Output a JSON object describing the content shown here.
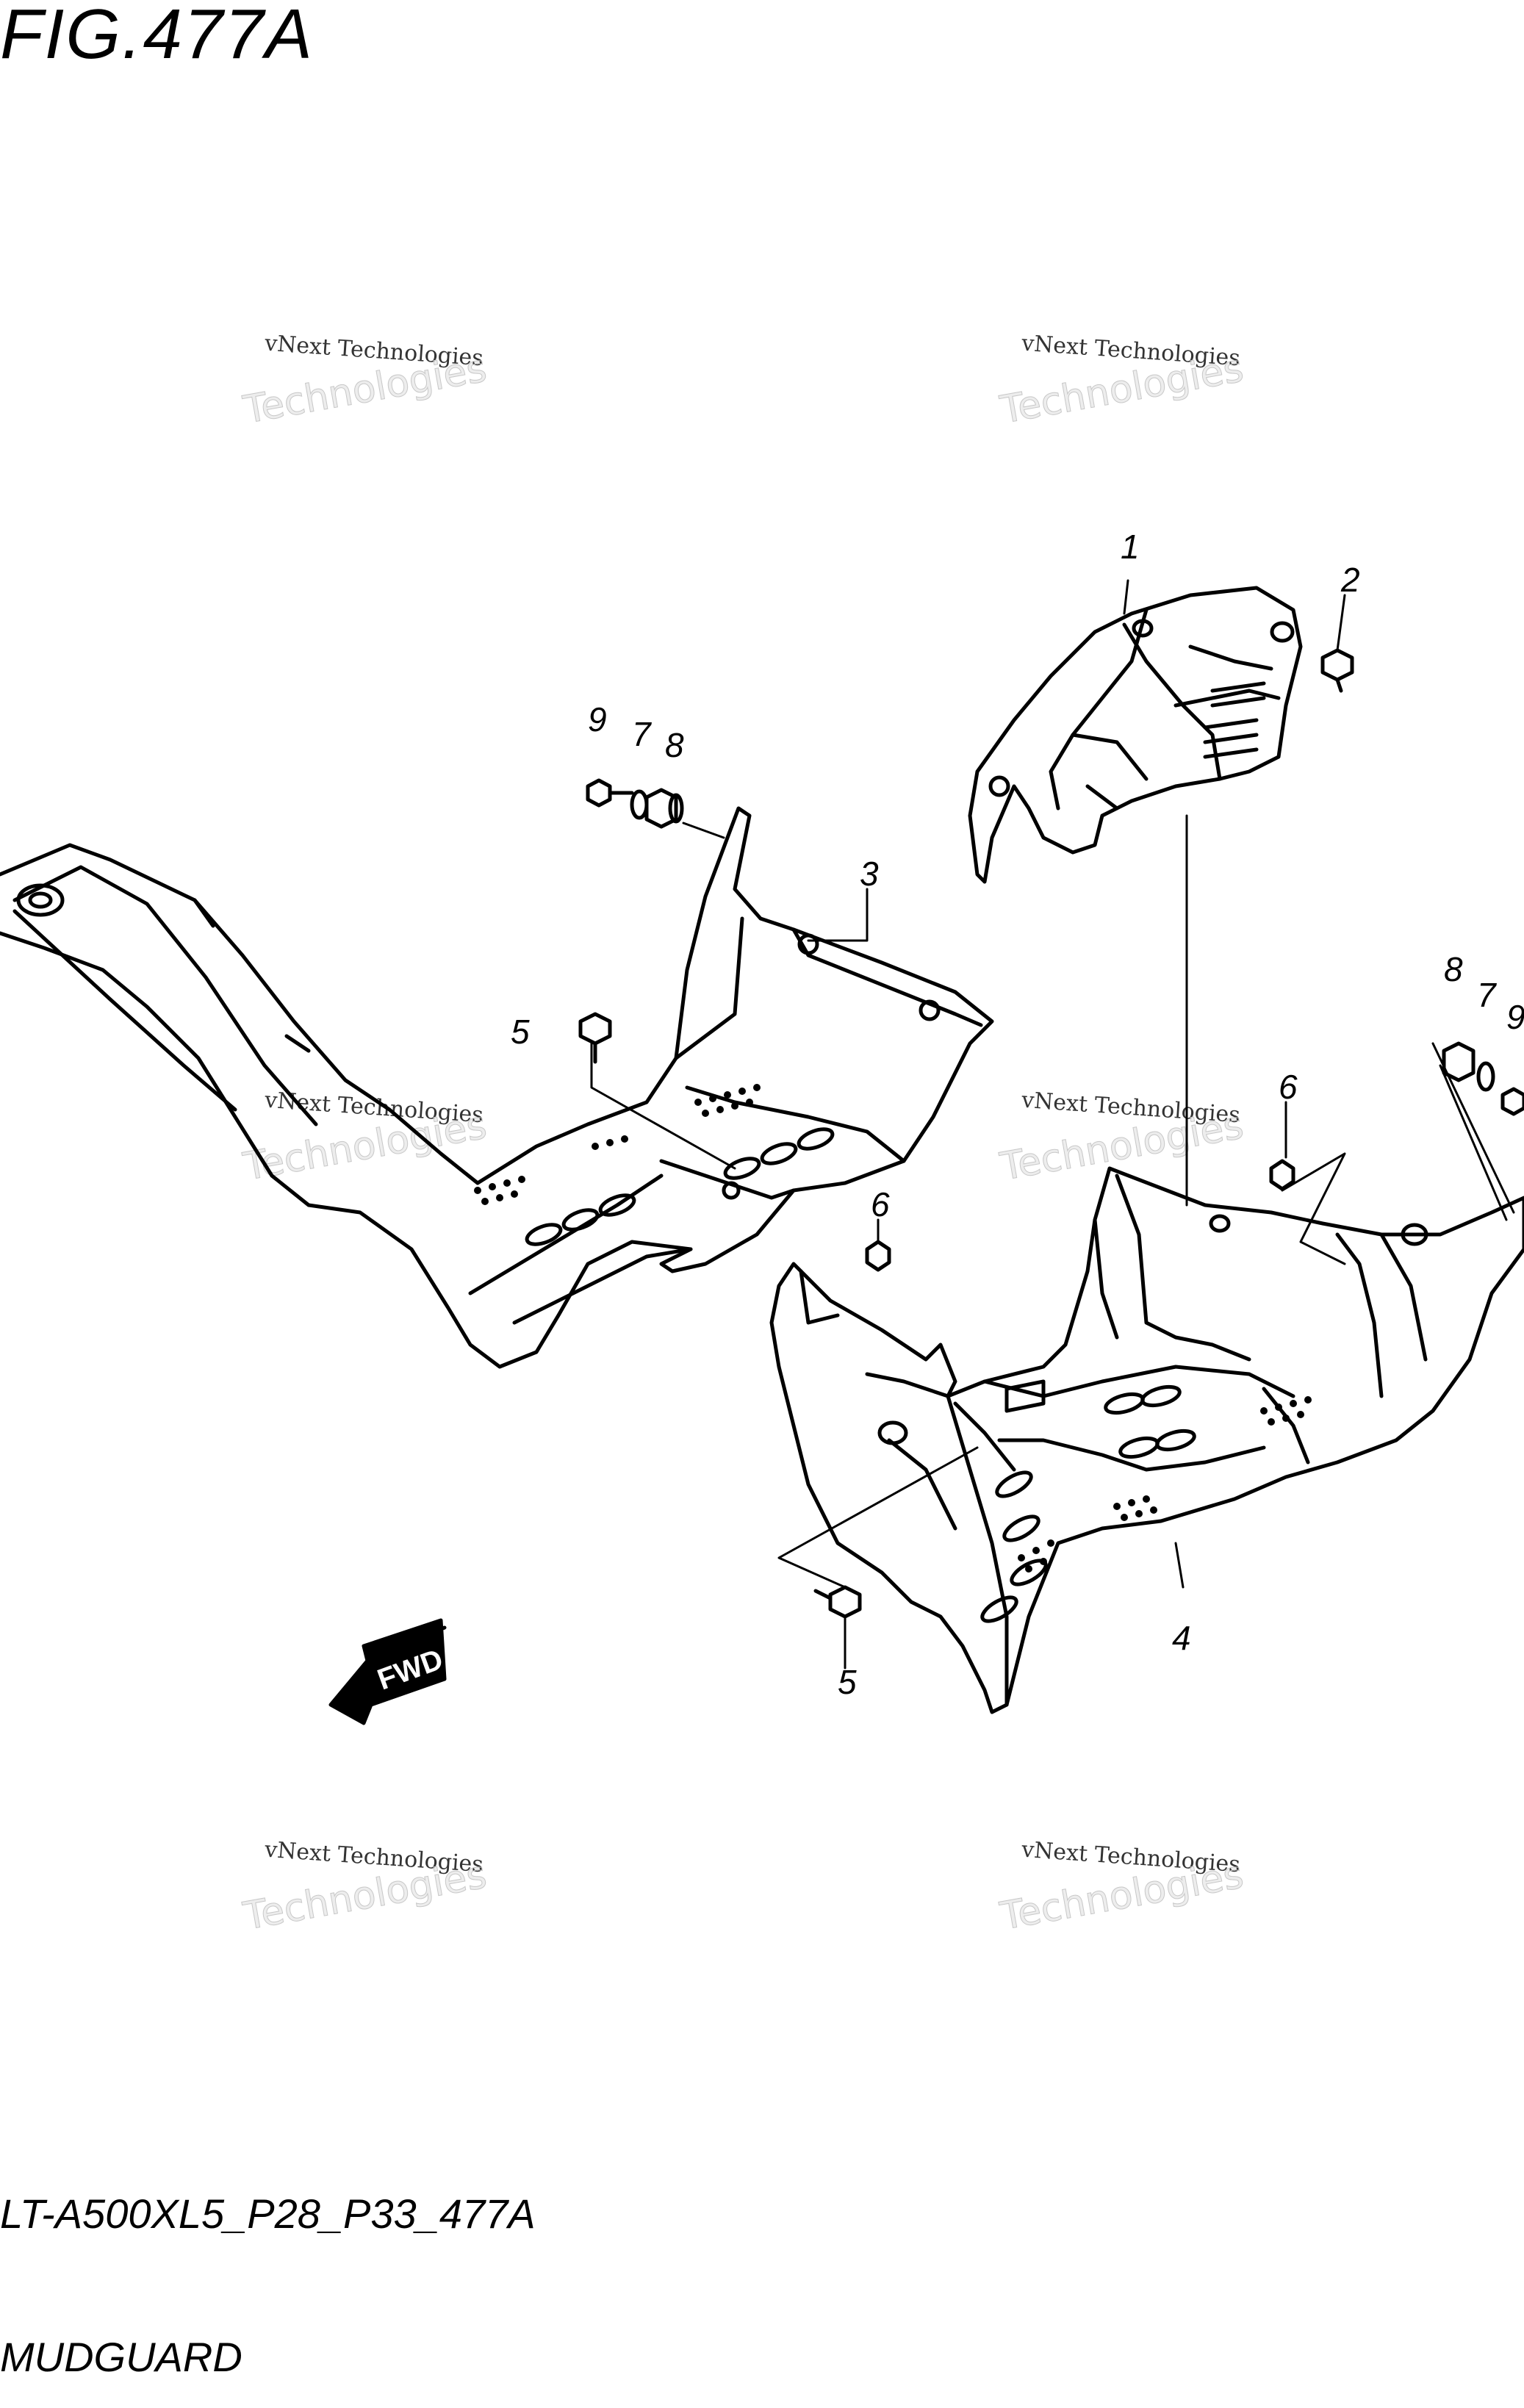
{
  "figure": {
    "title": "FIG.477A",
    "code": "LT-A500XL5_P28_P33_477A",
    "name": "MUDGUARD"
  },
  "watermark": {
    "line1": "vNext Technologies",
    "line2": "Technologies"
  },
  "fwd_label": "FWD",
  "callouts": {
    "c1": "1",
    "c2": "2",
    "c3": "3",
    "c4": "4",
    "c5a": "5",
    "c5b": "5",
    "c6a": "6",
    "c6b": "6",
    "c7a": "7",
    "c7b": "7",
    "c8a": "8",
    "c8b": "8",
    "c9a": "9",
    "c9b": "9"
  }
}
